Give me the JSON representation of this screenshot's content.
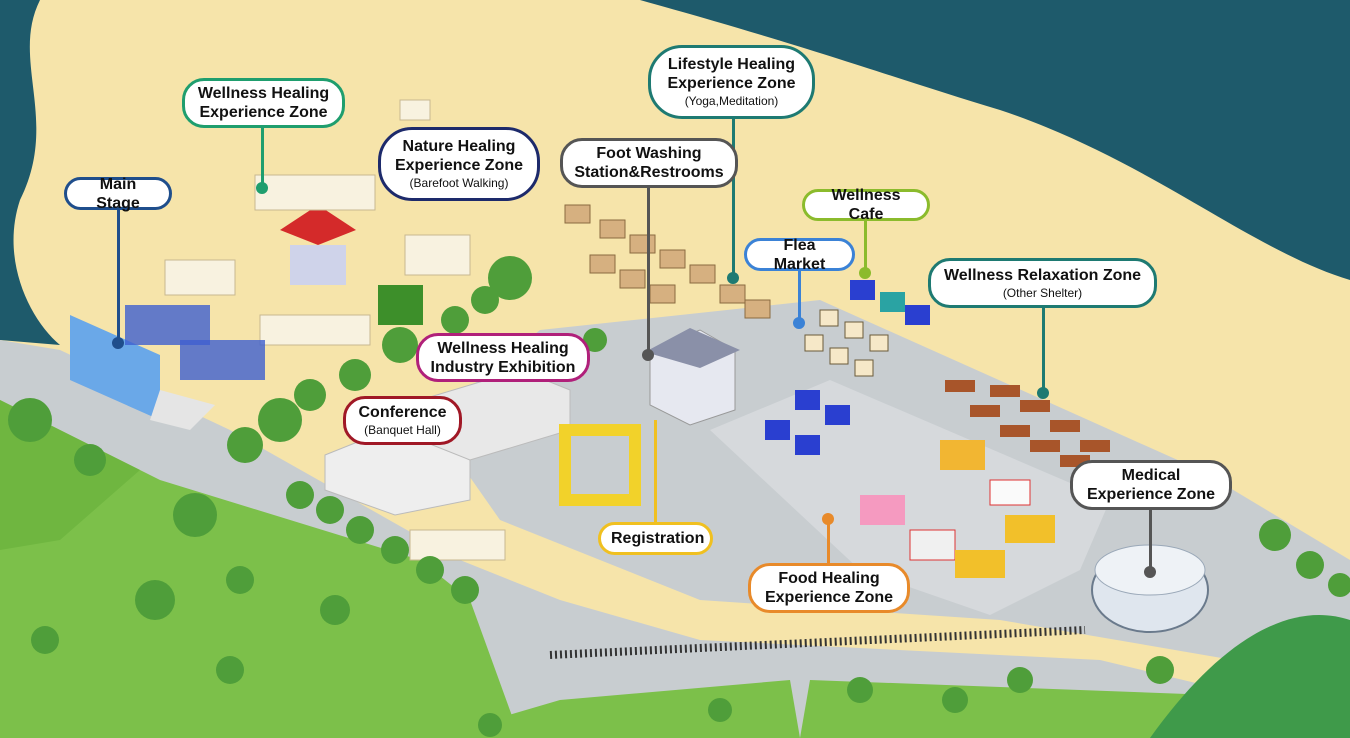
{
  "title": "Wellness Festival Site Map",
  "colors": {
    "sand": "#f6e4aa",
    "sea": "#1e5a6b",
    "road": "#c8cdd0",
    "grass": "#7cc04a"
  },
  "zones": [
    {
      "id": "main-stage",
      "title": "Main Stage",
      "color": "#1f4e8c"
    },
    {
      "id": "wellness-healing-experience",
      "title": "Wellness Healing Experience Zone",
      "color": "#1f9e6e"
    },
    {
      "id": "nature-healing",
      "title": "Nature Healing Experience Zone",
      "subtitle": "(Barefoot Walking)",
      "color": "#1d2a6b"
    },
    {
      "id": "foot-washing",
      "title": "Foot Washing Station&Restrooms",
      "color": "#555555"
    },
    {
      "id": "lifestyle-healing",
      "title": "Lifestyle Healing Experience Zone",
      "subtitle": "(Yoga,Meditation)",
      "color": "#1e7a72"
    },
    {
      "id": "wellness-cafe",
      "title": "Wellness Cafe",
      "color": "#8bbb2c"
    },
    {
      "id": "flea-market",
      "title": "Flea Market",
      "color": "#3b82d6"
    },
    {
      "id": "wellness-relaxation",
      "title": "Wellness Relaxation Zone",
      "subtitle": "(Other Shelter)",
      "color": "#1e7a72"
    },
    {
      "id": "industry-exhibition",
      "title": "Wellness Healing Industry Exhibition",
      "color": "#b0207a"
    },
    {
      "id": "conference",
      "title": "Conference",
      "subtitle": "(Banquet Hall)",
      "color": "#a01826"
    },
    {
      "id": "registration",
      "title": "Registration",
      "color": "#f0c020"
    },
    {
      "id": "food-healing",
      "title": "Food Healing Experience Zone",
      "color": "#e88a2a"
    },
    {
      "id": "medical",
      "title": "Medical Experience Zone",
      "color": "#555555"
    }
  ]
}
